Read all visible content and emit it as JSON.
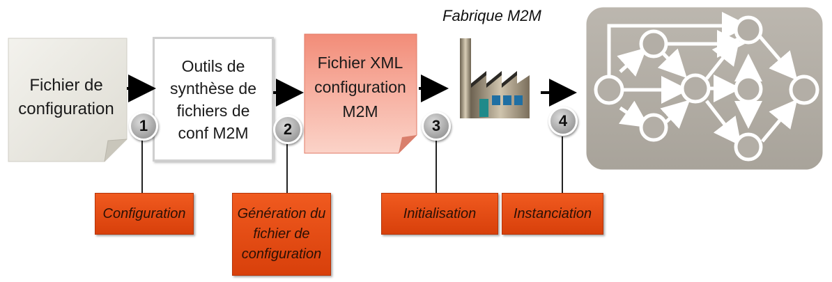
{
  "title": "Fabrique M2M",
  "boxes": {
    "config_file": "Fichier de\nconfiguration",
    "synthesis_tools": "Outils de\nsynthèse de\nfichiers de\nconf M2M",
    "xml_file": "Fichier XML\nconfiguration\nM2M"
  },
  "steps": [
    {
      "number": "1",
      "label": "Configuration"
    },
    {
      "number": "2",
      "label": "Génération du\nfichier de\nconfiguration"
    },
    {
      "number": "3",
      "label": "Initialisation"
    },
    {
      "number": "4",
      "label": "Instanciation"
    }
  ],
  "colors": {
    "label_orange": "#e8501a",
    "xml_pink": "#f7a897",
    "graph_bg": "#b3aea6",
    "config_doc": "#eeede6"
  },
  "icons": [
    "factory-icon",
    "graph-network-icon",
    "arrow-right-icon"
  ]
}
